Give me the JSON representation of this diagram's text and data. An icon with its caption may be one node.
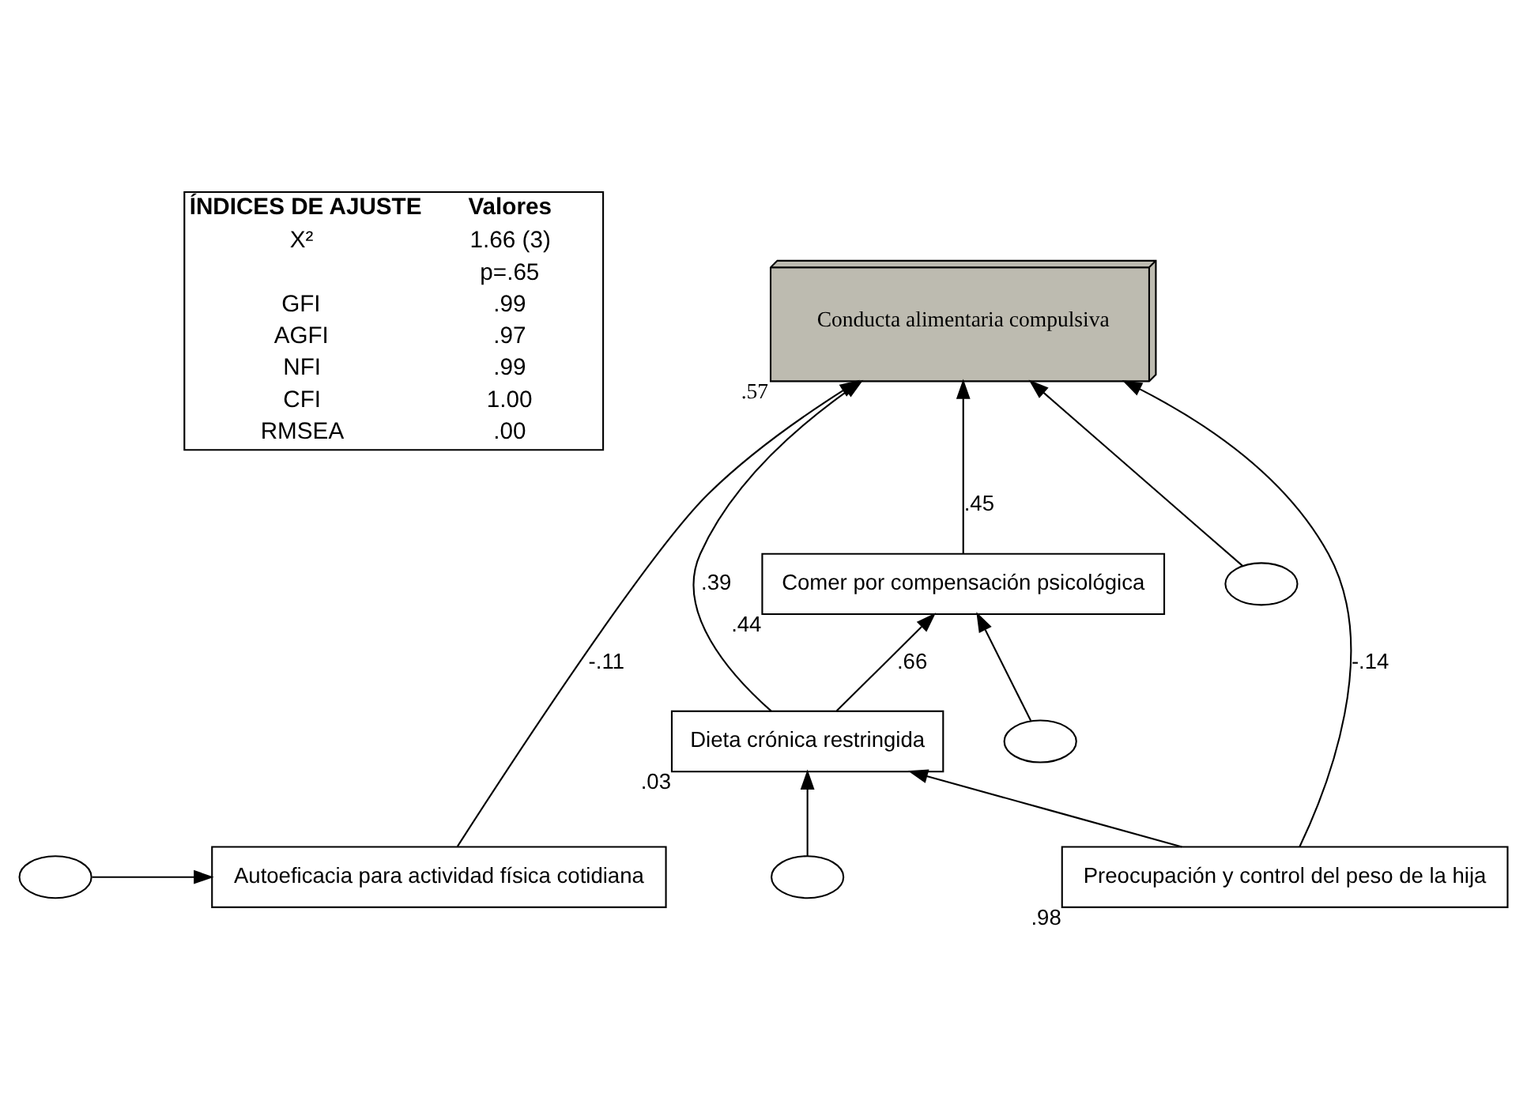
{
  "diagram": {
    "nodes": [
      {
        "text": [
          "Comer por compensación psicológica"
        ],
        "beside": [
          ".44"
        ]
      },
      {
        "text": [
          "Dieta crónica restringida"
        ],
        "beside": [
          ".03"
        ]
      },
      {
        "text": [
          "Preocupación y control del peso de la hija"
        ],
        "beside": [
          ".98"
        ]
      },
      {
        "text": [
          "Conducta alimentaria compulsiva"
        ],
        "beside": [
          ".57"
        ]
      },
      {
        "text": [
          "Autoeficacia para actividad física cotidiana"
        ]
      },
      {
        "text": [],
        "shape": "ellipse"
      },
      {
        "text": [],
        "shape": "ellipse"
      },
      {
        "text": [],
        "shape": "ellipse"
      },
      {
        "text": [],
        "shape": "ellipse"
      }
    ],
    "edges": [
      {
        "from": 1,
        "to": 0,
        "arrow": "to",
        "label": ".66"
      },
      {
        "from": 5,
        "to": 0,
        "arrow": "to"
      },
      {
        "from": 2,
        "to": 1,
        "arrow": "to"
      },
      {
        "from": 6,
        "to": 1,
        "arrow": "to"
      },
      {
        "from": 0,
        "to": 3,
        "arrow": "to",
        "label": ".45"
      },
      {
        "from": 1,
        "to": 3,
        "arrow": "to",
        "label": ".39"
      },
      {
        "from": 2,
        "to": 3,
        "arrow": "to",
        "label": "-.14"
      },
      {
        "from": 4,
        "to": 3,
        "arrow": "to",
        "label": "-.11"
      },
      {
        "from": 7,
        "to": 3,
        "arrow": "to"
      },
      {
        "from": 8,
        "to": 4,
        "arrow": "to"
      }
    ],
    "labels": [
      "ÍNDICES DE AJUSTE",
      "Valores",
      "X²",
      "1.66 (3)",
      "p=.65",
      "GFI",
      ".99",
      "AGFI",
      ".97",
      "NFI",
      ".99",
      "CFI",
      "1.00",
      "RMSEA",
      ".00"
    ]
  }
}
